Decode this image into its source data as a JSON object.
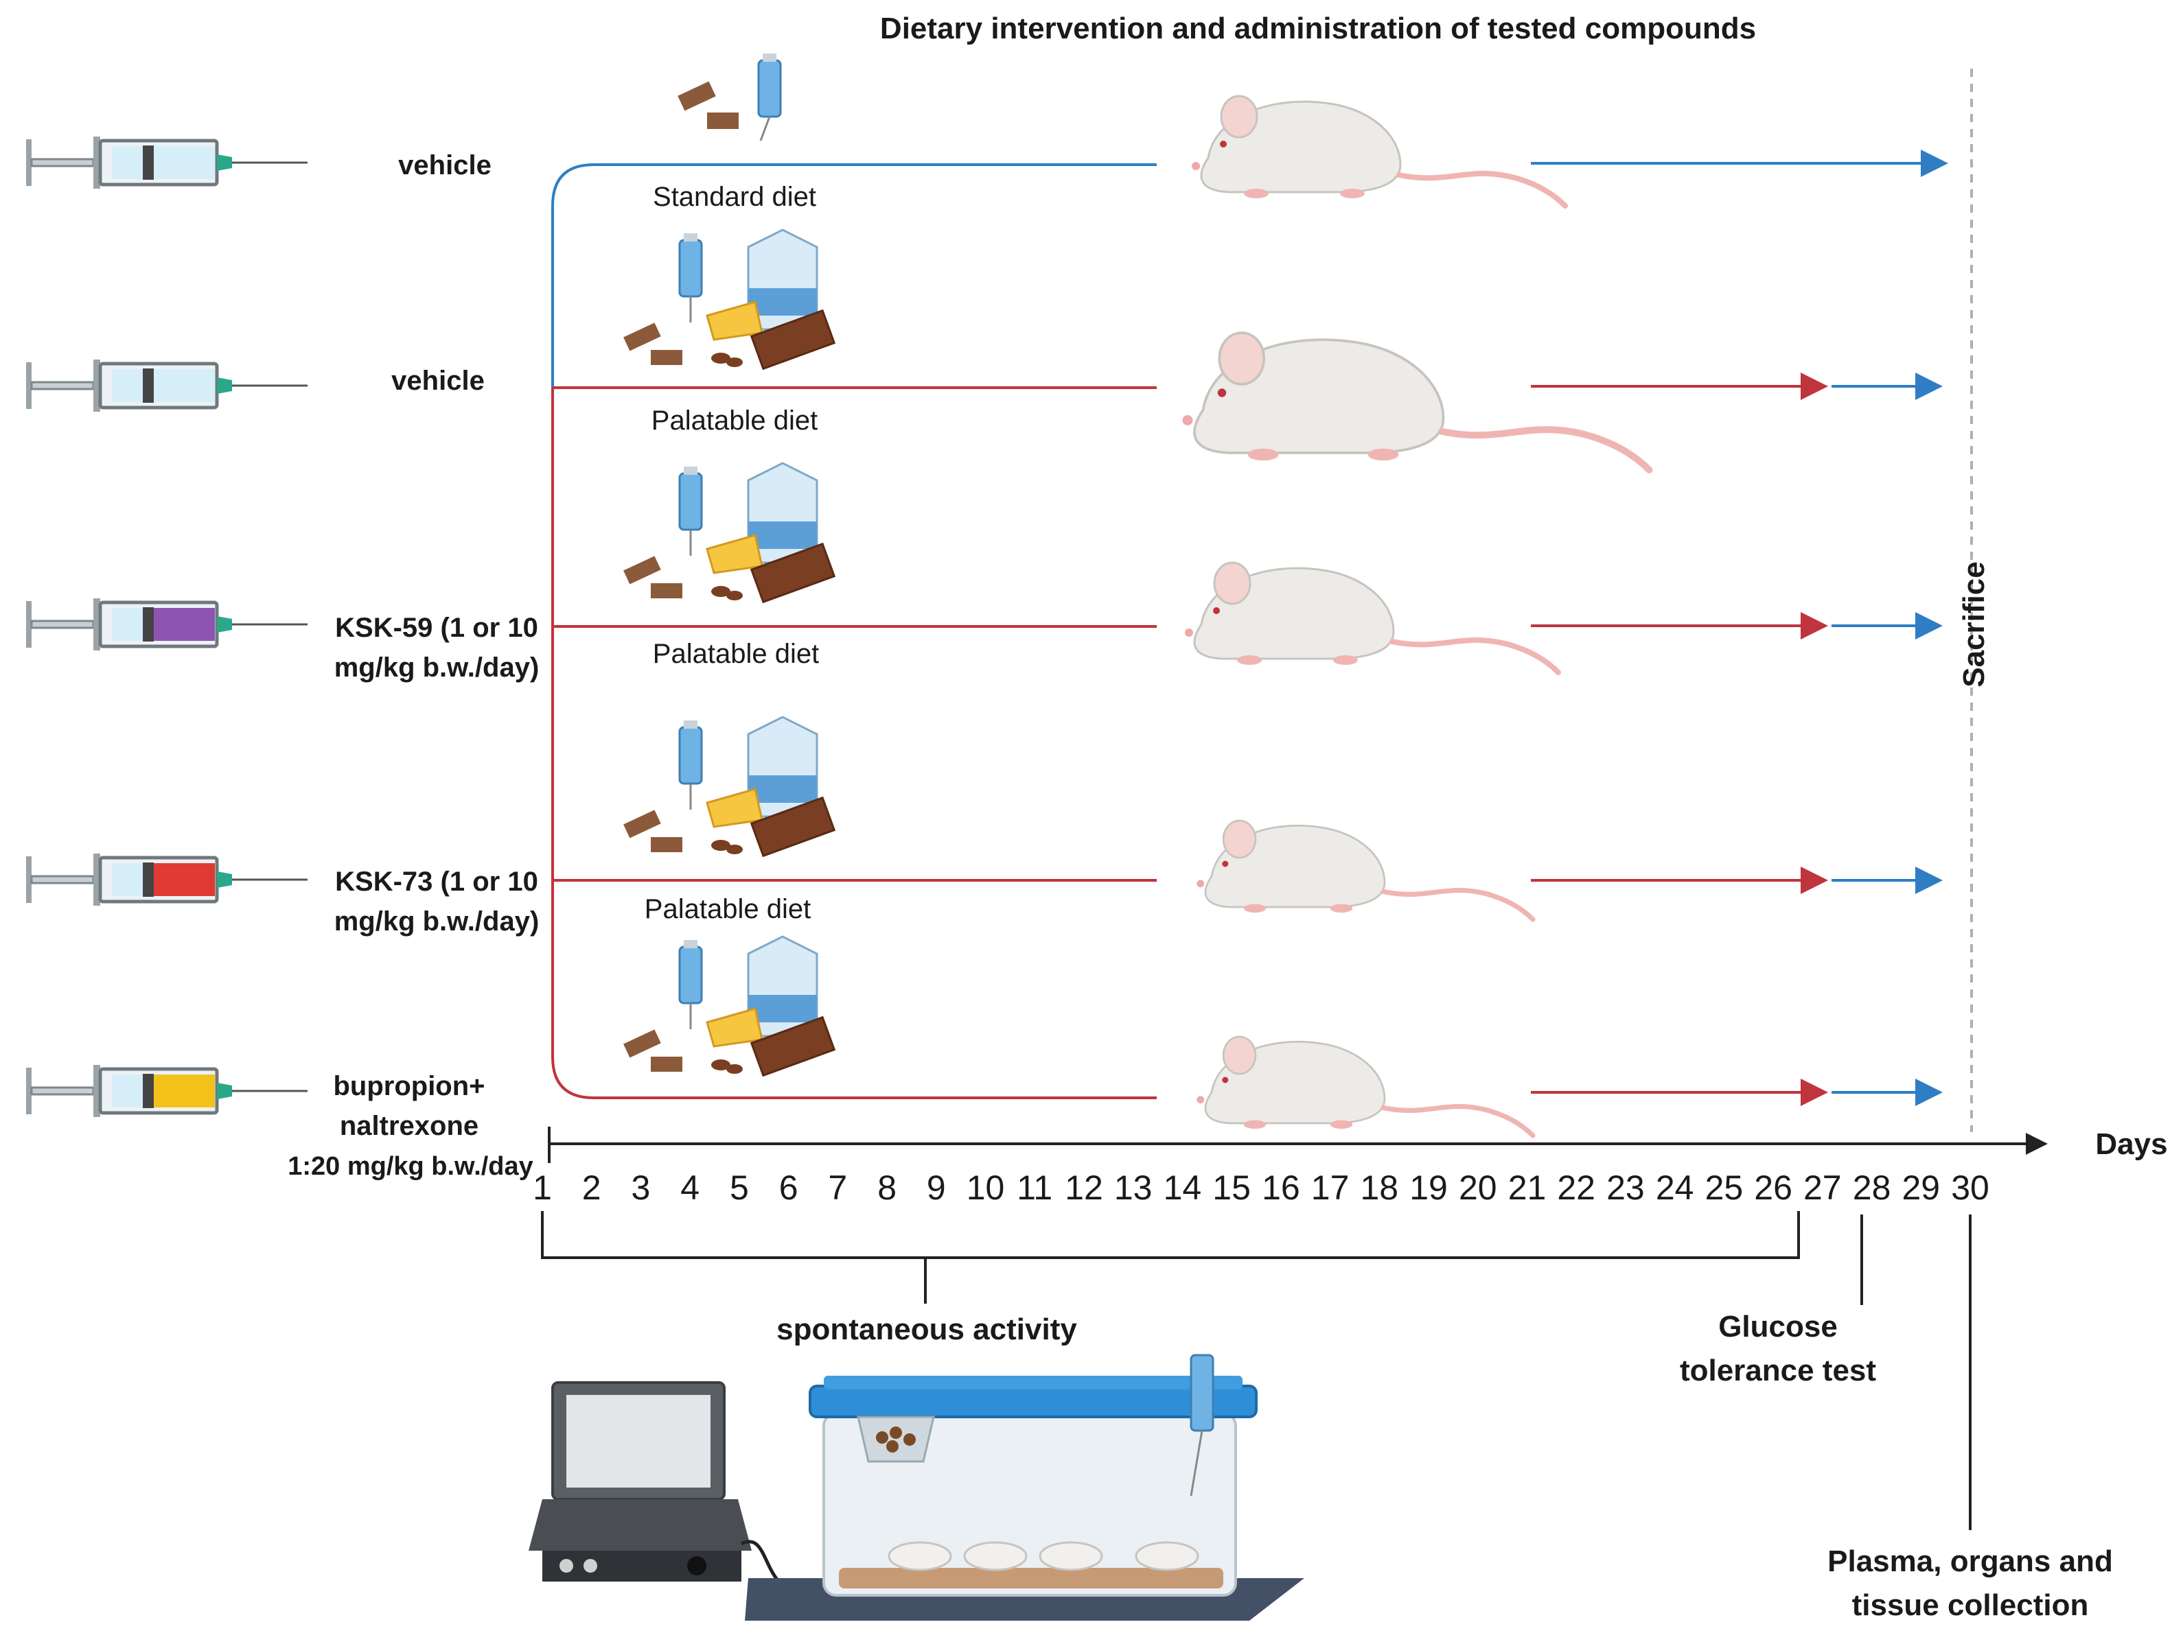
{
  "title": "Dietary intervention and administration of tested compounds",
  "colors": {
    "standard_line": "#2f7ec4",
    "palatable_line": "#c0343d",
    "axis": "#222222",
    "vehicle_fill": "#d6eef8",
    "ksk59_fill": "#8e55b0",
    "ksk73_fill": "#e03a34",
    "bupropion_fill": "#f2c21b"
  },
  "groups": [
    {
      "label_lines": [
        "vehicle"
      ],
      "diet": "Standard diet",
      "syringe_color": "vehicle",
      "line": "standard"
    },
    {
      "label_lines": [
        "vehicle"
      ],
      "diet": "Palatable diet",
      "syringe_color": "vehicle",
      "line": "palatable"
    },
    {
      "label_lines": [
        "KSK-59 (1 or 10",
        "mg/kg b.w./day)"
      ],
      "diet": "Palatable diet",
      "syringe_color": "ksk59",
      "line": "palatable"
    },
    {
      "label_lines": [
        "KSK-73 (1 or 10",
        "mg/kg b.w./day)"
      ],
      "diet": "Palatable diet",
      "syringe_color": "ksk73",
      "line": "palatable"
    },
    {
      "label_lines": [
        "bupropion+",
        "naltrexone",
        "1:20 mg/kg b.w./day"
      ],
      "diet": "",
      "syringe_color": "bupropion",
      "line": "palatable"
    }
  ],
  "timeline": {
    "axis_label": "Days",
    "days": [
      "1",
      "2",
      "3",
      "4",
      "5",
      "6",
      "7",
      "8",
      "9",
      "10",
      "11",
      "12",
      "13",
      "14",
      "15",
      "16",
      "17",
      "18",
      "19",
      "20",
      "21",
      "22",
      "23",
      "24",
      "25",
      "26",
      "27",
      "28",
      "29",
      "30"
    ],
    "sacrifice_label": "Sacrifice"
  },
  "events": {
    "spontaneous_activity": "spontaneous activity",
    "glucose_test_lines": [
      "Glucose",
      "tolerance test"
    ],
    "collection_lines": [
      "Plasma, organs and",
      "tissue collection"
    ]
  }
}
